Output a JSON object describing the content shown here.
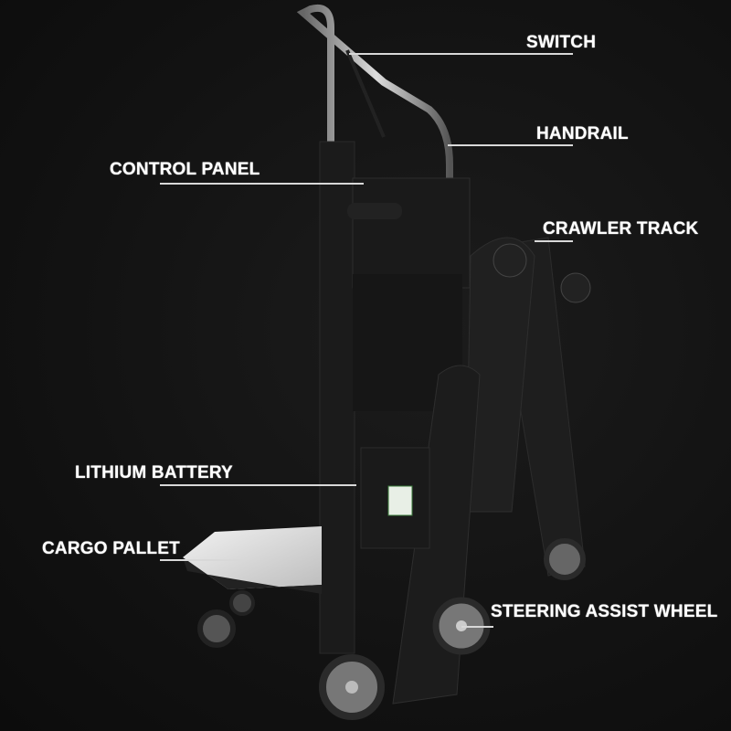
{
  "callouts": {
    "switch": "SWITCH",
    "handrail": "HANDRAIL",
    "control_panel": "CONTROL PANEL",
    "crawler_track": "CRAWLER TRACK",
    "lithium_battery": "LITHIUM BATTERY",
    "cargo_pallet": "CARGO PALLET",
    "steering_assist_wheel": "STEERING ASSIST WHEEL"
  },
  "colors": {
    "background": "#141414",
    "text": "#ffffff",
    "line": "#d8d8d8"
  }
}
